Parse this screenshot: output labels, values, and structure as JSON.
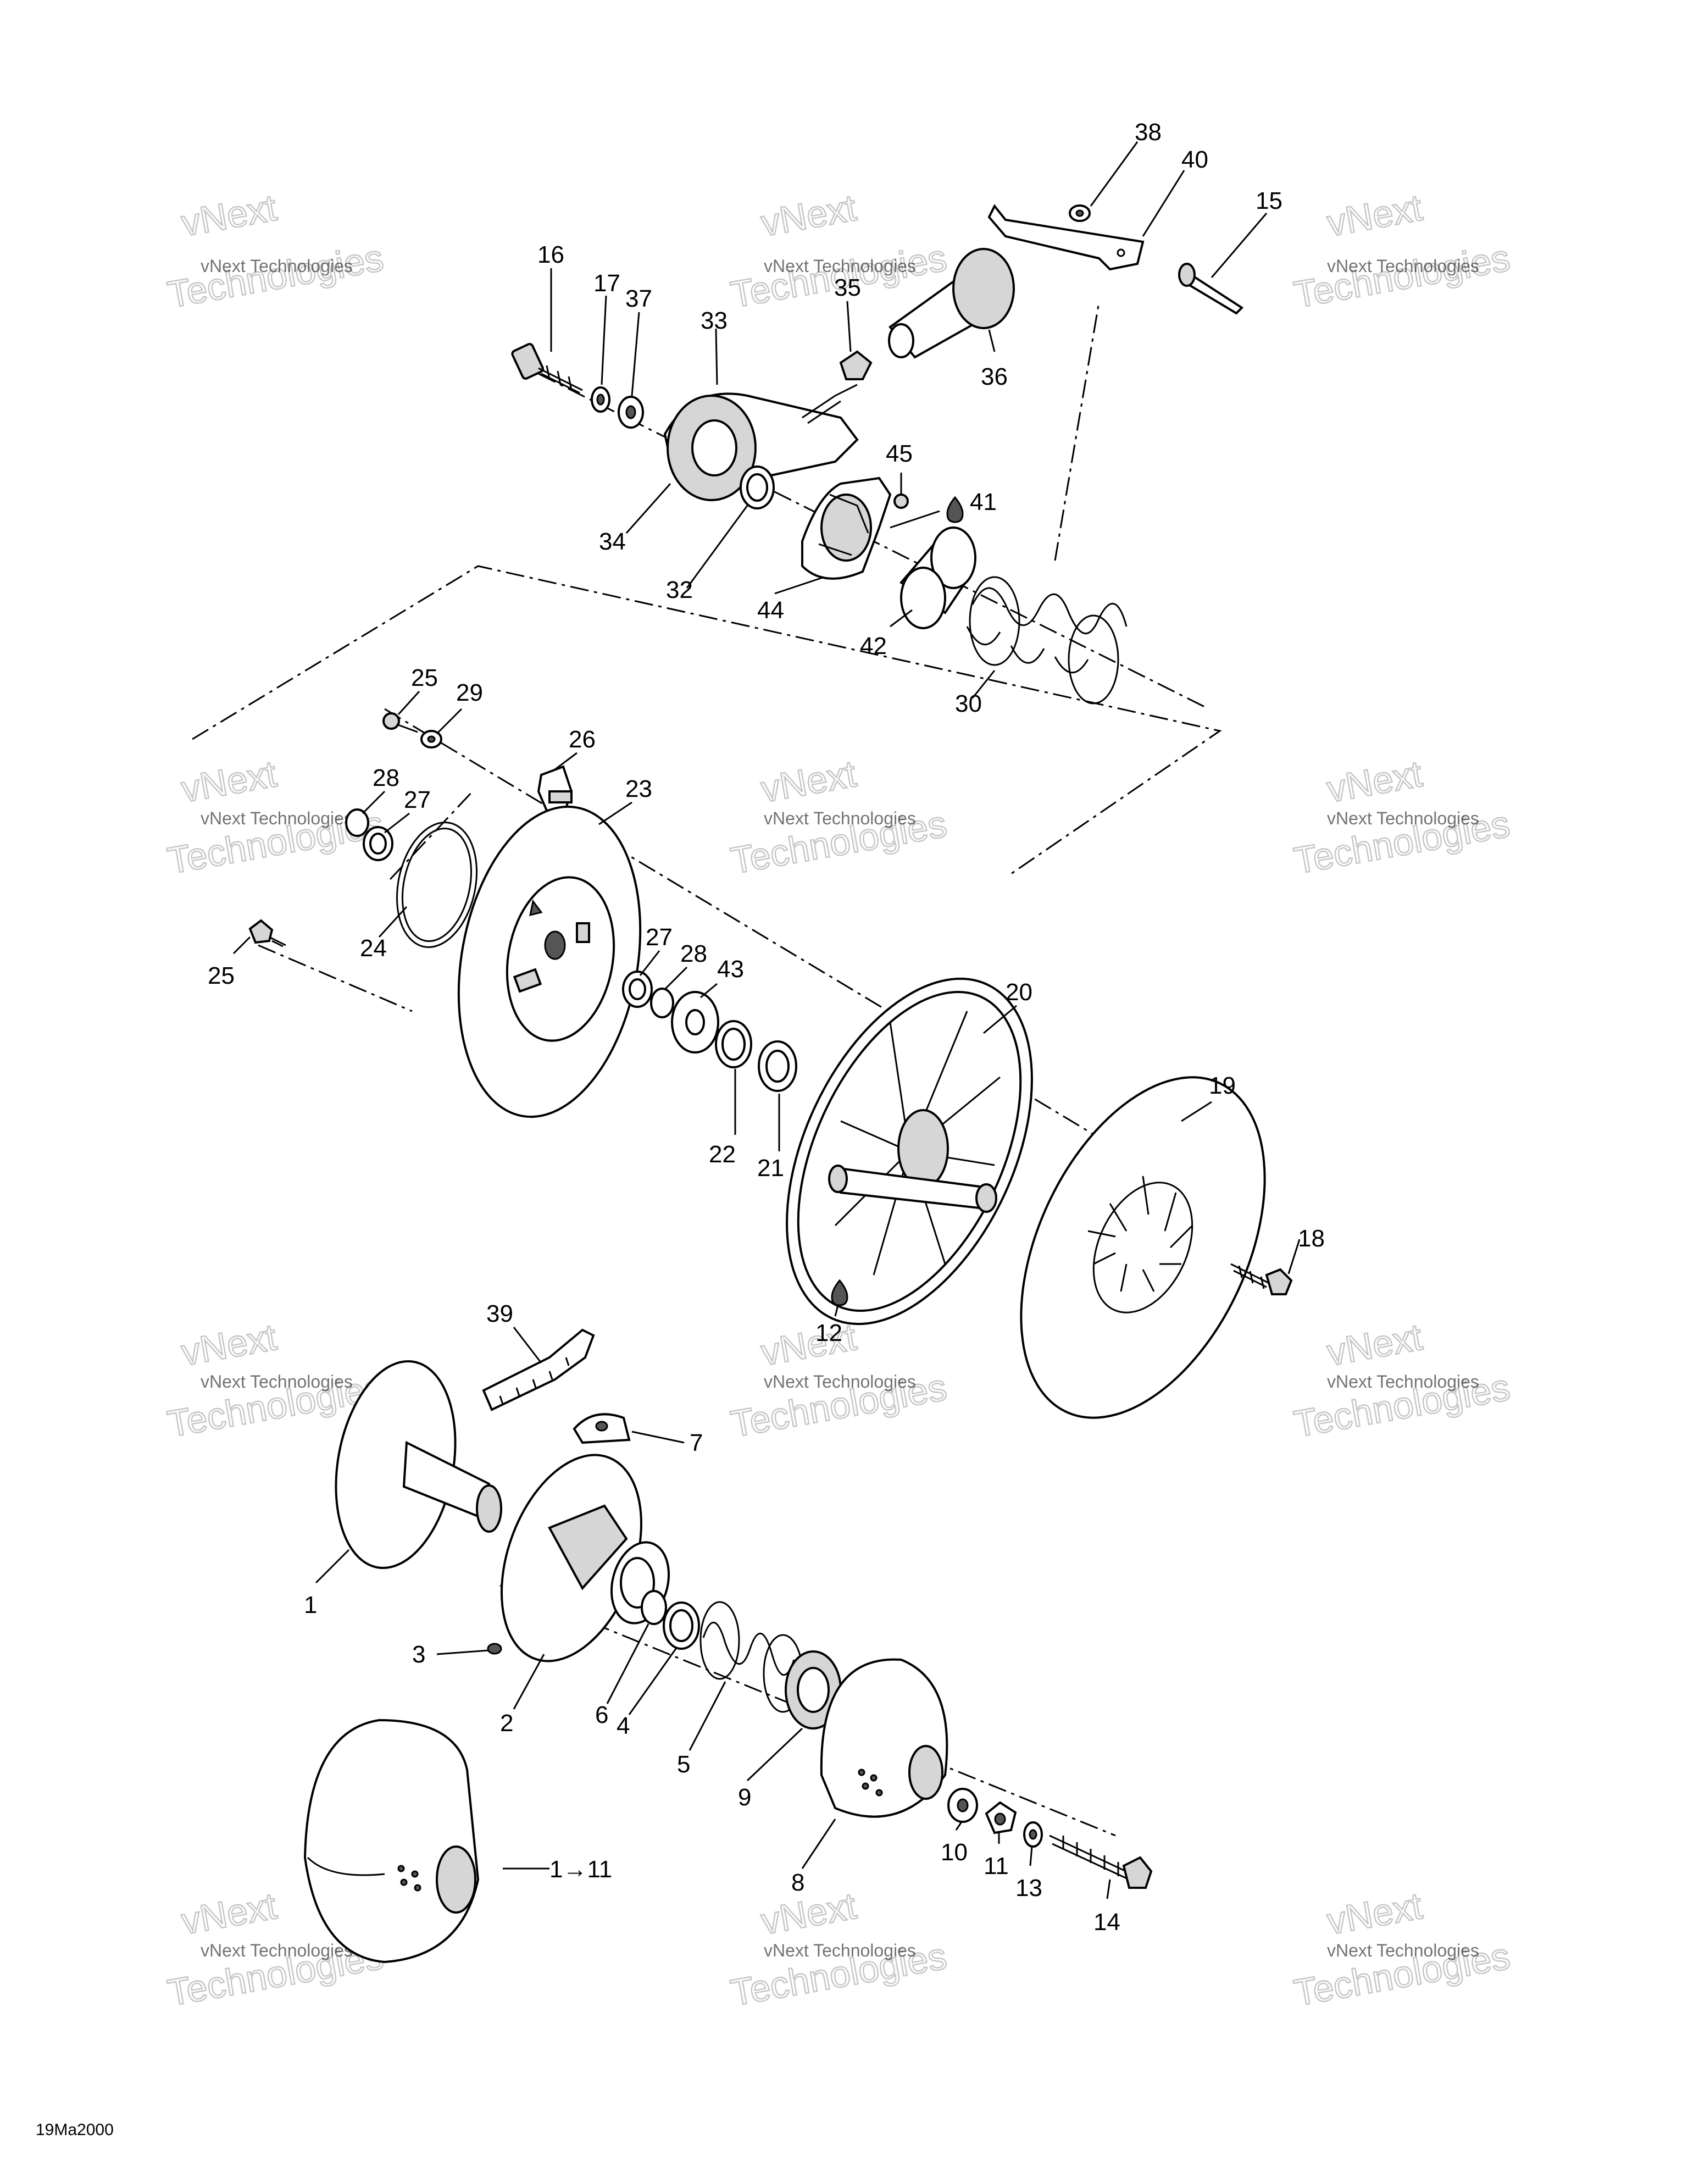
{
  "callouts": [
    {
      "id": "c38",
      "label": "38"
    },
    {
      "id": "c40",
      "label": "40"
    },
    {
      "id": "c15",
      "label": "15"
    },
    {
      "id": "c16",
      "label": "16"
    },
    {
      "id": "c17",
      "label": "17"
    },
    {
      "id": "c37",
      "label": "37"
    },
    {
      "id": "c33",
      "label": "33"
    },
    {
      "id": "c35",
      "label": "35"
    },
    {
      "id": "c36",
      "label": "36"
    },
    {
      "id": "c45",
      "label": "45"
    },
    {
      "id": "c41",
      "label": "41"
    },
    {
      "id": "c34",
      "label": "34"
    },
    {
      "id": "c32",
      "label": "32"
    },
    {
      "id": "c44",
      "label": "44"
    },
    {
      "id": "c42",
      "label": "42"
    },
    {
      "id": "c30",
      "label": "30"
    },
    {
      "id": "c25a",
      "label": "25"
    },
    {
      "id": "c29",
      "label": "29"
    },
    {
      "id": "c26",
      "label": "26"
    },
    {
      "id": "c28a",
      "label": "28"
    },
    {
      "id": "c27a",
      "label": "27"
    },
    {
      "id": "c23",
      "label": "23"
    },
    {
      "id": "c24",
      "label": "24"
    },
    {
      "id": "c25b",
      "label": "25"
    },
    {
      "id": "c27b",
      "label": "27"
    },
    {
      "id": "c28b",
      "label": "28"
    },
    {
      "id": "c43",
      "label": "43"
    },
    {
      "id": "c20",
      "label": "20"
    },
    {
      "id": "c19",
      "label": "19"
    },
    {
      "id": "c22",
      "label": "22"
    },
    {
      "id": "c21",
      "label": "21"
    },
    {
      "id": "c18",
      "label": "18"
    },
    {
      "id": "c12",
      "label": "12"
    },
    {
      "id": "c39",
      "label": "39"
    },
    {
      "id": "c7",
      "label": "7"
    },
    {
      "id": "c1",
      "label": "1"
    },
    {
      "id": "c3",
      "label": "3"
    },
    {
      "id": "c6",
      "label": "6"
    },
    {
      "id": "c2",
      "label": "2"
    },
    {
      "id": "c4",
      "label": "4"
    },
    {
      "id": "c5",
      "label": "5"
    },
    {
      "id": "c9",
      "label": "9"
    },
    {
      "id": "c10",
      "label": "10"
    },
    {
      "id": "c11",
      "label": "11"
    },
    {
      "id": "c13",
      "label": "13"
    },
    {
      "id": "c8",
      "label": "8"
    },
    {
      "id": "c14",
      "label": "14"
    },
    {
      "id": "c1to11",
      "label": "1→11"
    }
  ],
  "watermark": {
    "line1": "vNext Technologies",
    "line2": "vNext",
    "line3": "Technologies"
  },
  "date_stamp": "19Ma2000"
}
